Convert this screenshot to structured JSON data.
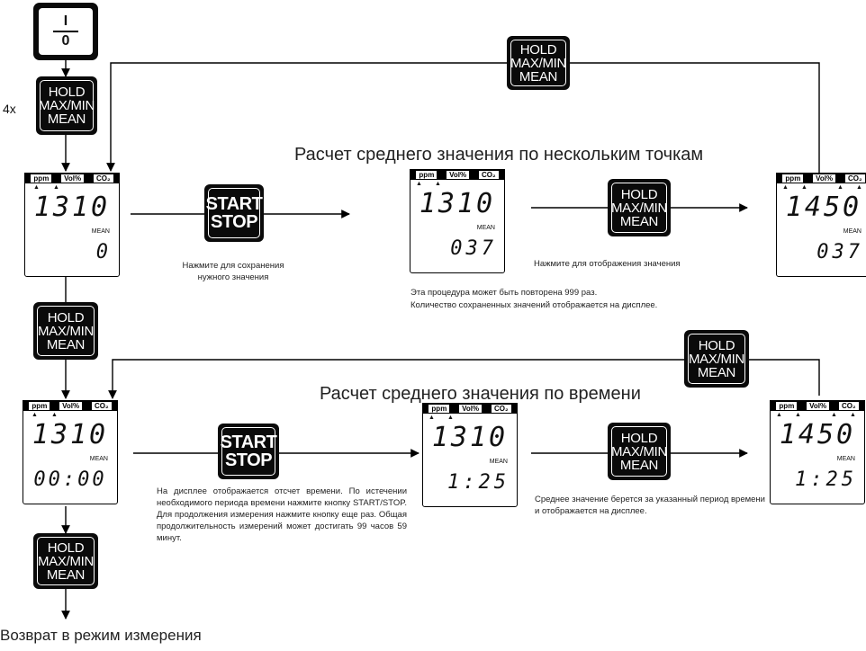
{
  "power_key": {
    "top": "I",
    "bottom": "0"
  },
  "repeat_label": "4x",
  "hold_key_lines": [
    "HOLD",
    "MAX/MIN",
    "MEAN"
  ],
  "start_key_lines": [
    "START",
    "STOP"
  ],
  "headings": {
    "points": "Расчет среднего значения по нескольким точкам",
    "time": "Расчет среднего значения по времени",
    "return": "Возврат в режим измерения"
  },
  "lcd": {
    "header": [
      "ppm",
      "Vol%",
      "CO₂"
    ],
    "mean_label": "MEAN",
    "screens": [
      {
        "main": "1310",
        "sub": "0"
      },
      {
        "main": "1310",
        "sub": "037"
      },
      {
        "main": "1450",
        "sub": "037"
      },
      {
        "main": "1310",
        "sub": "00:00"
      },
      {
        "main": "1310",
        "sub": "1:25"
      },
      {
        "main": "1450",
        "sub": "1:25"
      }
    ]
  },
  "notes": {
    "save": "Нажмите для сохранения нужного значения",
    "show": "Нажмите для отображения значения",
    "repeat_1": "Эта процедура может быть повторена 999 раз.",
    "repeat_2": "Количество сохраненных значений отображается на дисплее.",
    "timer": "На дисплее отображается отсчет времени. По истечении необходимого периода времени нажмите кнопку START/STOP. Для продолжения измерения нажмите кнопку еще раз. Общая продолжительность измерений может достигать 99 часов 59 минут.",
    "period": "Среднее значение берется за указанный период времени и отображается на дисплее."
  }
}
